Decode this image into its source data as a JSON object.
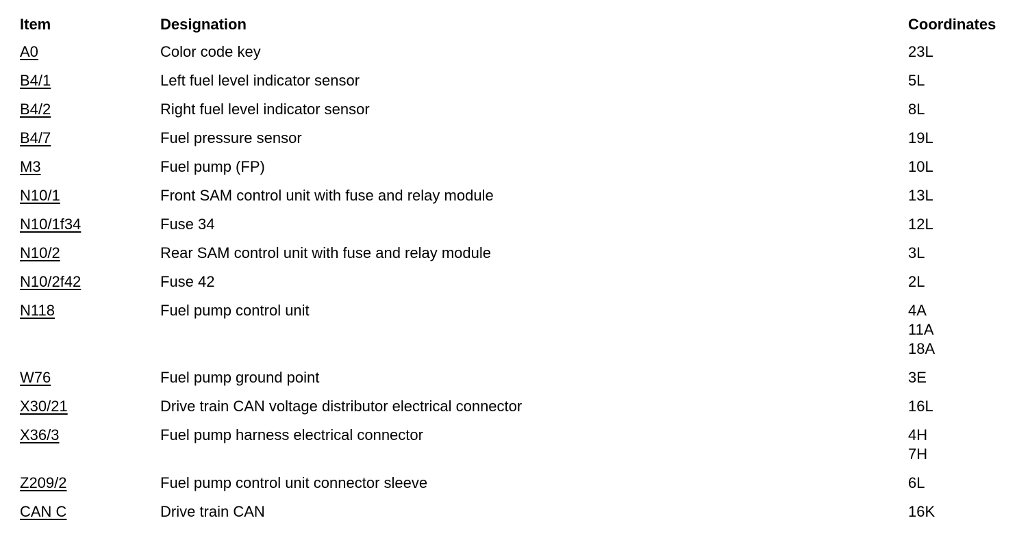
{
  "header": {
    "item": "Item",
    "designation": "Designation",
    "coordinates": "Coordinates"
  },
  "rows": [
    {
      "item": "A0",
      "designation": "Color code key",
      "coordinates": [
        "23L"
      ]
    },
    {
      "item": "B4/1",
      "designation": "Left fuel level indicator sensor",
      "coordinates": [
        "5L"
      ]
    },
    {
      "item": "B4/2",
      "designation": "Right fuel level indicator sensor",
      "coordinates": [
        "8L"
      ]
    },
    {
      "item": "B4/7",
      "designation": "Fuel pressure sensor",
      "coordinates": [
        "19L"
      ]
    },
    {
      "item": "M3",
      "designation": "Fuel pump (FP)",
      "coordinates": [
        "10L"
      ]
    },
    {
      "item": "N10/1",
      "designation": "Front SAM control unit with fuse and relay module",
      "coordinates": [
        "13L"
      ]
    },
    {
      "item": "N10/1f34",
      "designation": "Fuse 34",
      "coordinates": [
        "12L"
      ]
    },
    {
      "item": "N10/2",
      "designation": "Rear SAM control unit with fuse and relay module",
      "coordinates": [
        "3L"
      ]
    },
    {
      "item": "N10/2f42",
      "designation": "Fuse 42",
      "coordinates": [
        "2L"
      ]
    },
    {
      "item": "N118",
      "designation": "Fuel pump control unit",
      "coordinates": [
        "4A",
        "11A",
        "18A"
      ]
    },
    {
      "item": "W76",
      "designation": "Fuel pump ground point",
      "coordinates": [
        "3E"
      ]
    },
    {
      "item": "X30/21",
      "designation": "Drive train CAN voltage distributor electrical connector",
      "coordinates": [
        "16L"
      ]
    },
    {
      "item": "X36/3",
      "designation": "Fuel pump harness electrical connector",
      "coordinates": [
        "4H",
        "7H"
      ]
    },
    {
      "item": "Z209/2",
      "designation": "Fuel pump control unit connector sleeve",
      "coordinates": [
        "6L"
      ]
    },
    {
      "item": "CAN C",
      "designation": "Drive train CAN",
      "coordinates": [
        "16K"
      ]
    }
  ]
}
